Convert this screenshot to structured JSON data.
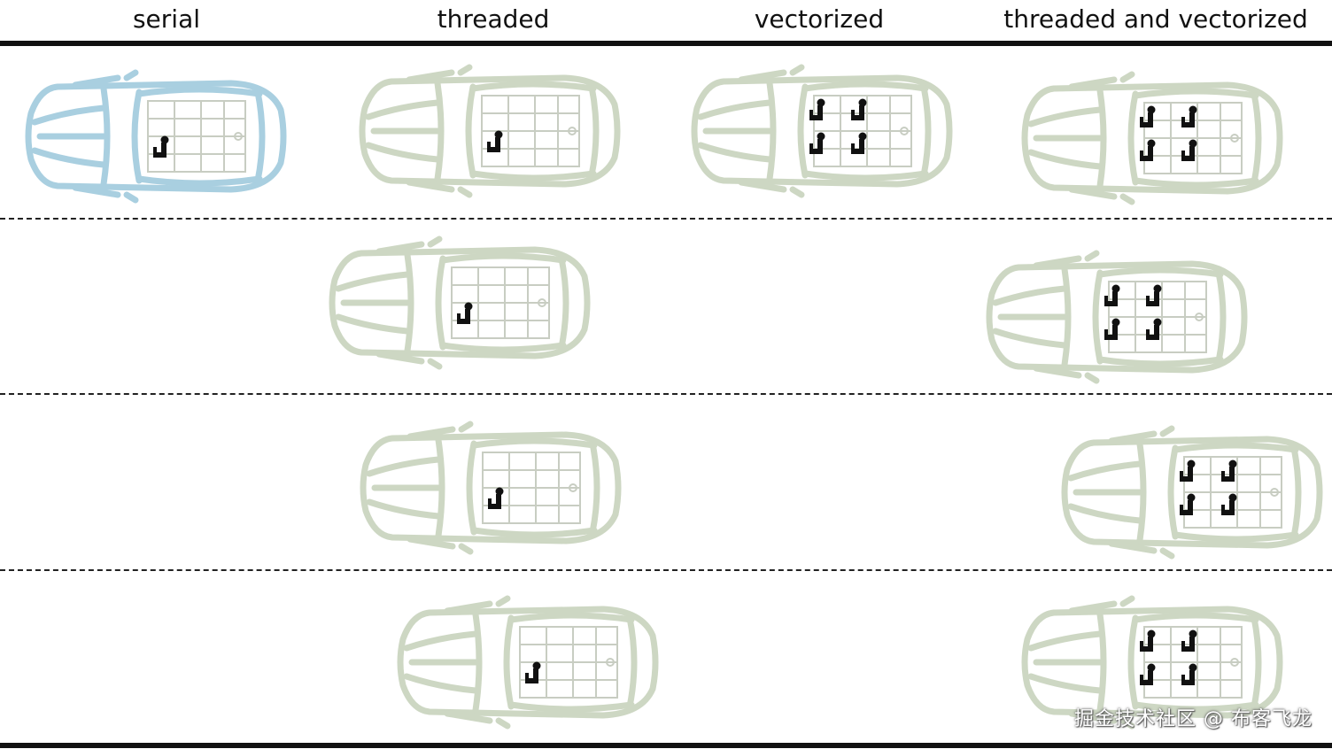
{
  "headers": [
    "serial",
    "threaded",
    "vectorized",
    "threaded and vectorized"
  ],
  "watermark": "掘金技术社区 @ 布客飞龙",
  "colors": {
    "serial_car": "#a9cfe0",
    "parallel_car": "#cdd7c3",
    "seat_lines": "#c8cdc2",
    "passenger": "#111111",
    "rules": "#111111"
  },
  "icons": {
    "car": "car-top-view-icon",
    "passenger": "seated-passenger-icon"
  },
  "rows": [
    {
      "serial": {
        "passengers": 1
      },
      "threaded": {
        "passengers": 1
      },
      "vectorized": {
        "passengers": 4
      },
      "threaded_and_vectorized": {
        "passengers": 4
      }
    },
    {
      "serial": null,
      "threaded": {
        "passengers": 1
      },
      "vectorized": null,
      "threaded_and_vectorized": {
        "passengers": 4
      }
    },
    {
      "serial": null,
      "threaded": {
        "passengers": 1
      },
      "vectorized": null,
      "threaded_and_vectorized": {
        "passengers": 4
      }
    },
    {
      "serial": null,
      "threaded": {
        "passengers": 1
      },
      "vectorized": null,
      "threaded_and_vectorized": {
        "passengers": 4
      }
    }
  ]
}
